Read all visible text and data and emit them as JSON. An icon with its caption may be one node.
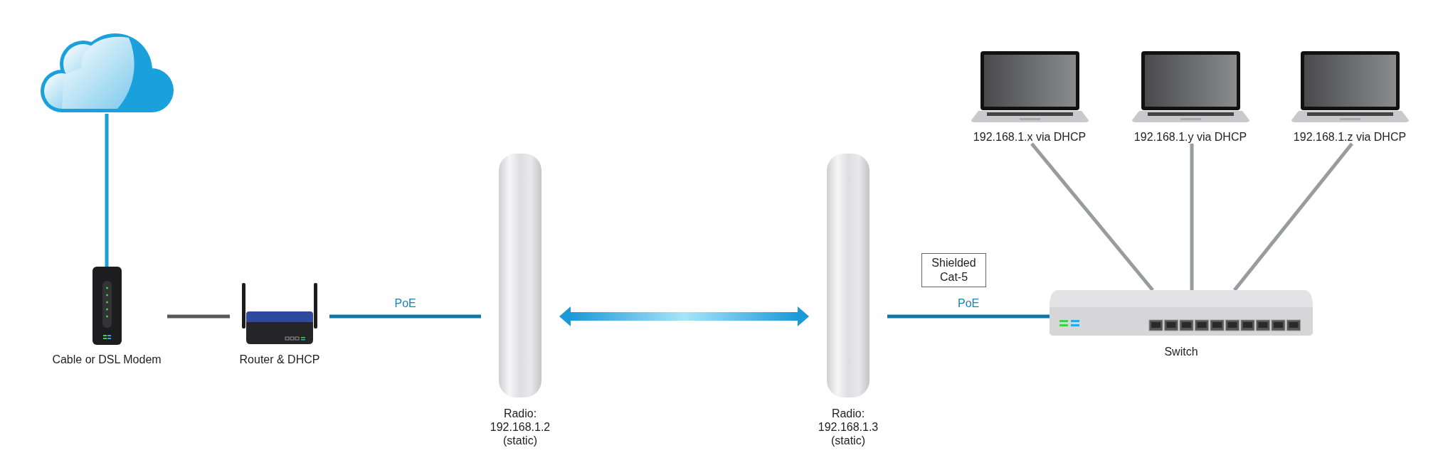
{
  "diagram": {
    "nodes": [
      {
        "text": [],
        "shape": "cloud"
      },
      {
        "text": [
          "Cable or DSL Modem"
        ]
      },
      {
        "text": [
          "Router & DHCP"
        ]
      },
      {
        "text": [
          "Radio: 192.168.1.2 (static)"
        ]
      },
      {
        "text": [
          "Radio: 192.168.1.3 (static)"
        ]
      },
      {
        "text": [
          "Switch"
        ]
      },
      {
        "text": [
          "192.168.1.x via DHCP"
        ]
      },
      {
        "text": [
          "192.168.1.y via DHCP"
        ]
      },
      {
        "text": [
          "192.168.1.z via DHCP"
        ]
      },
      {
        "text": [
          "Shielded Cat-5"
        ]
      }
    ],
    "edges": [
      {
        "from": 0,
        "to": 1,
        "arrow": "none",
        "color": "#1aa1dc"
      },
      {
        "from": 1,
        "to": 2,
        "arrow": "none",
        "color": "#58585a"
      },
      {
        "from": 2,
        "to": 3,
        "arrow": "none",
        "label": "PoE",
        "color": "#0e78a8"
      },
      {
        "from": 3,
        "to": 4,
        "arrow": "both",
        "style": "thick",
        "color": "#1b9ad8"
      },
      {
        "from": 4,
        "to": 5,
        "arrow": "none",
        "label": "PoE",
        "color": "#0e78a8"
      },
      {
        "from": 5,
        "to": 6,
        "arrow": "none"
      },
      {
        "from": 5,
        "to": 7,
        "arrow": "none"
      },
      {
        "from": 5,
        "to": 8,
        "arrow": "none"
      }
    ]
  }
}
